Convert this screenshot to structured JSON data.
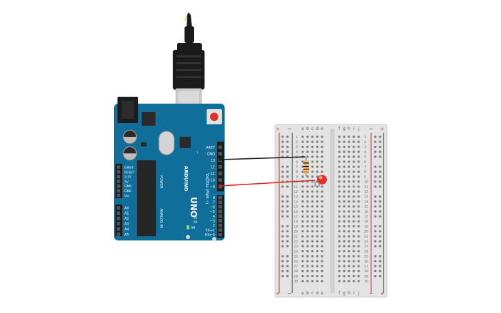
{
  "board": {
    "left_header": [
      "AREF",
      "GND",
      "13",
      "12",
      "~11",
      "~10",
      "~9"
    ],
    "right_header": [
      "8",
      "7",
      "~6",
      "~5",
      "4",
      "~3",
      "2",
      "TX→1",
      "RX←0"
    ],
    "power_labels": [
      "IOREF",
      "RESET",
      "3.3V",
      "5V",
      "GND",
      "GND",
      "Vin"
    ],
    "analog_labels": [
      "A0",
      "A1",
      "A2",
      "A3",
      "A4",
      "A5"
    ],
    "brand": "ARDUINO",
    "model": "UNO",
    "digital_caption": "DIGITAL (PWM ~)",
    "analog_caption": "ANALOG IN",
    "power_caption": "POWER",
    "on_label": "ON",
    "led_l": "L",
    "tx": "TX",
    "rx": "RX"
  },
  "breadboard": {
    "column_letters_left": [
      "a",
      "b",
      "c",
      "d",
      "e"
    ],
    "column_letters_right": [
      "f",
      "g",
      "h",
      "i",
      "j"
    ],
    "row_count": 30,
    "plus": "+",
    "minus": "−"
  },
  "colors": {
    "board_blue": "#0f6f9a",
    "wire_black": "#1a1a1a",
    "wire_red": "#d81f1f",
    "led_red": "#e53030",
    "breadboard": "#e3e3e3"
  }
}
